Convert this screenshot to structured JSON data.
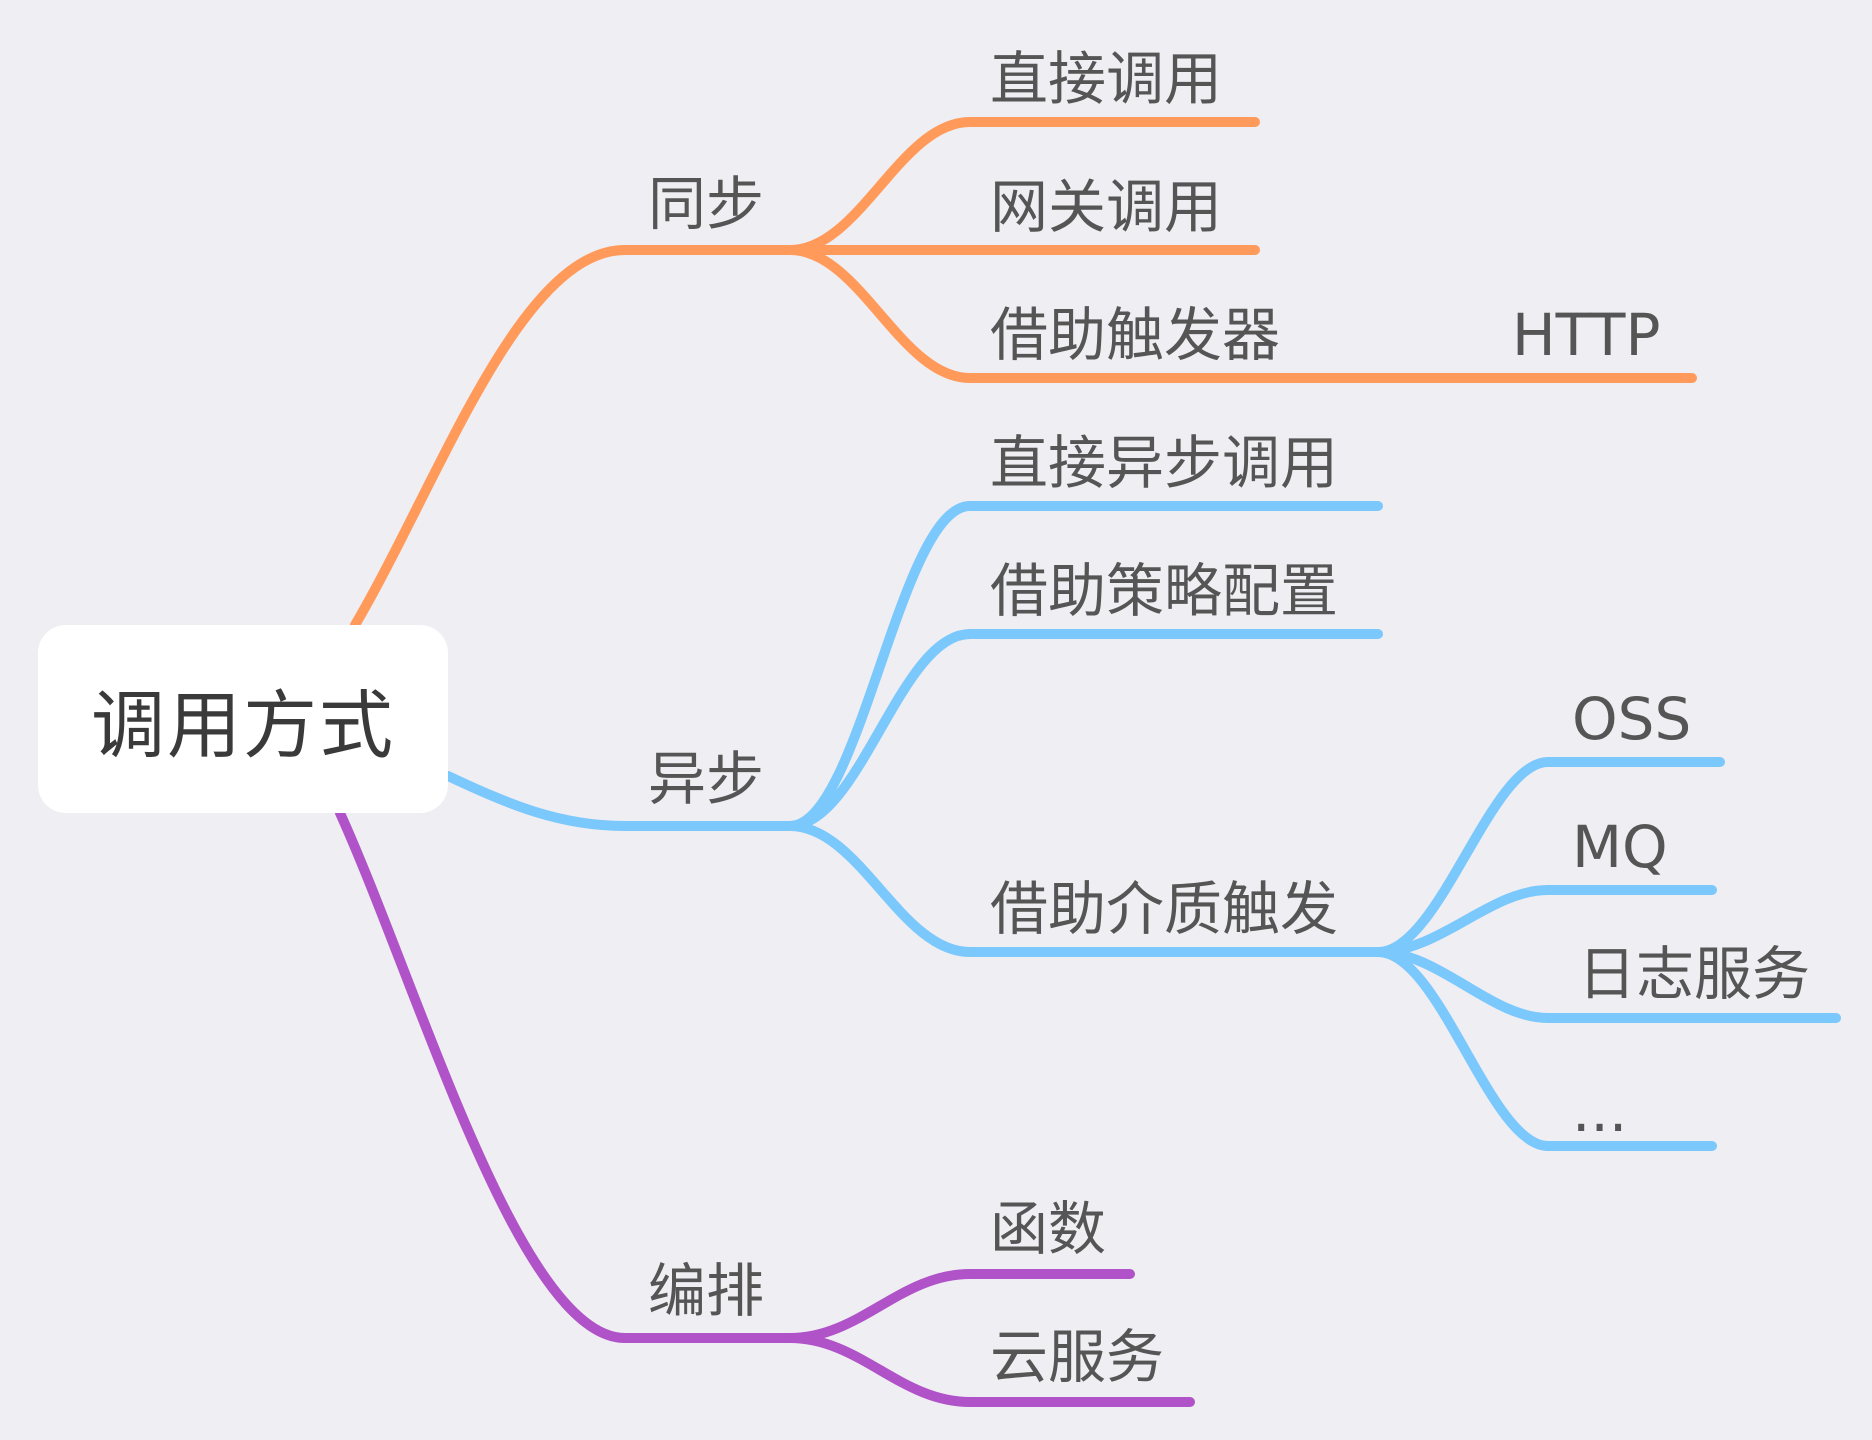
{
  "root": {
    "label": "调用方式"
  },
  "branches": [
    {
      "id": "sync",
      "label": "同步",
      "color": "#ff9a5a",
      "children": [
        {
          "id": "sync-direct",
          "label": "直接调用"
        },
        {
          "id": "sync-gateway",
          "label": "网关调用"
        },
        {
          "id": "sync-trigger",
          "label": "借助触发器",
          "children": [
            {
              "id": "sync-trigger-http",
              "label": "HTTP"
            }
          ]
        }
      ]
    },
    {
      "id": "async",
      "label": "异步",
      "color": "#7ac8fc",
      "children": [
        {
          "id": "async-direct",
          "label": "直接异步调用"
        },
        {
          "id": "async-policy",
          "label": "借助策略配置"
        },
        {
          "id": "async-medium",
          "label": "借助介质触发",
          "children": [
            {
              "id": "medium-oss",
              "label": "OSS"
            },
            {
              "id": "medium-mq",
              "label": "MQ"
            },
            {
              "id": "medium-log",
              "label": "日志服务"
            },
            {
              "id": "medium-more",
              "label": "..."
            }
          ]
        }
      ]
    },
    {
      "id": "orch",
      "label": "编排",
      "color": "#b052c8",
      "children": [
        {
          "id": "orch-function",
          "label": "函数"
        },
        {
          "id": "orch-cloud",
          "label": "云服务"
        }
      ]
    }
  ]
}
